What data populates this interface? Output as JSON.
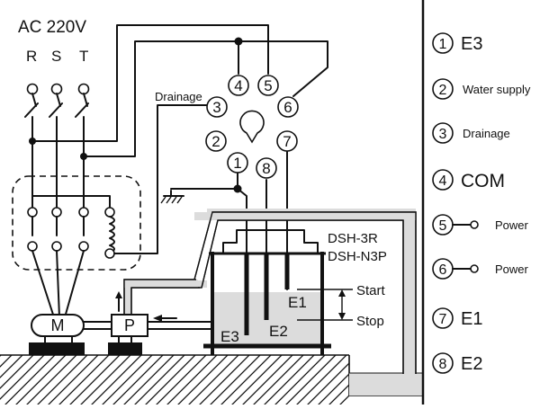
{
  "supply": {
    "title": "AC 220V",
    "phase_r": "R",
    "phase_s": "S",
    "phase_t": "T"
  },
  "socket": {
    "pins": [
      "1",
      "2",
      "3",
      "4",
      "5",
      "6",
      "7",
      "8"
    ],
    "drainage_label": "Drainage"
  },
  "model": {
    "line1": "DSH-3R",
    "line2": "DSH-N3P"
  },
  "electrodes": {
    "e1": "E1",
    "e2": "E2",
    "e3": "E3"
  },
  "levels": {
    "start": "Start",
    "stop": "Stop"
  },
  "equipment": {
    "motor": "M",
    "pump": "P"
  },
  "legend": [
    {
      "num": "1",
      "text": "E3"
    },
    {
      "num": "2",
      "text": "Water supply"
    },
    {
      "num": "3",
      "text": "Drainage"
    },
    {
      "num": "4",
      "text": "COM"
    },
    {
      "num": "5",
      "text": "Power"
    },
    {
      "num": "6",
      "text": "Power"
    },
    {
      "num": "7",
      "text": "E1"
    },
    {
      "num": "8",
      "text": "E2"
    }
  ]
}
